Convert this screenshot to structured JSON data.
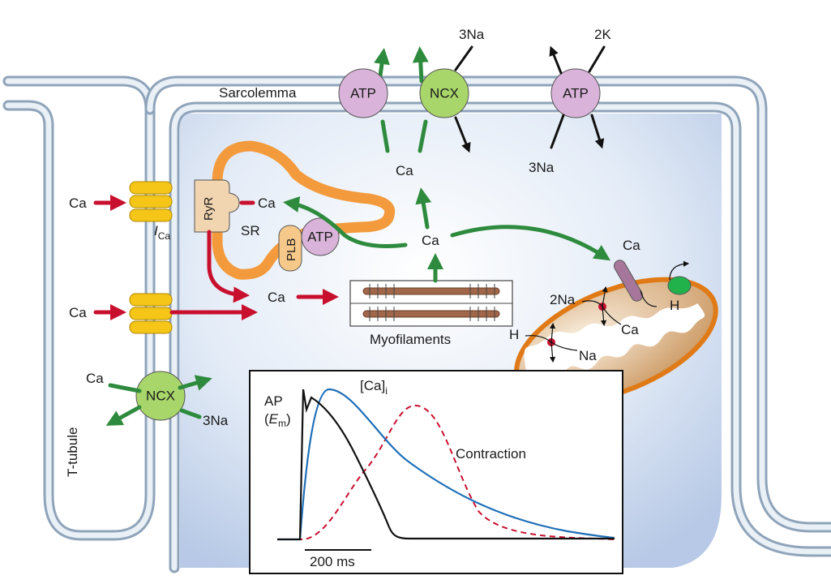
{
  "labels": {
    "sarcolemma": "Sarcolemma",
    "t_tubule": "T-tubule",
    "sr": "SR",
    "ryr": "RyR",
    "plb": "PLB",
    "atp": "ATP",
    "ncx": "NCX",
    "ca": "Ca",
    "ica_main": "I",
    "ica_sub": "Ca",
    "myofilaments": "Myofilaments",
    "three_na": "3Na",
    "two_k": "2K",
    "two_na": "2Na",
    "na": "Na",
    "h": "H"
  },
  "inset": {
    "ap_label": "AP",
    "em_open": "(",
    "em_main": "E",
    "em_sub": "m",
    "em_close": ")",
    "ca_i_main": "[Ca]",
    "ca_i_sub": "i",
    "contraction_label": "Contraction",
    "scale_bar": "200 ms"
  },
  "colors": {
    "ca_influx": "#c8102e",
    "ca_efflux": "#2e8b3e",
    "ap_trace": "#111111",
    "cai_trace": "#1f6fb8",
    "contraction_trace": "#c8102e",
    "sr": "#f39a3c",
    "pump": "#d9b3d9",
    "ncx": "#a8d66a",
    "membrane": "#c9d6e3"
  }
}
